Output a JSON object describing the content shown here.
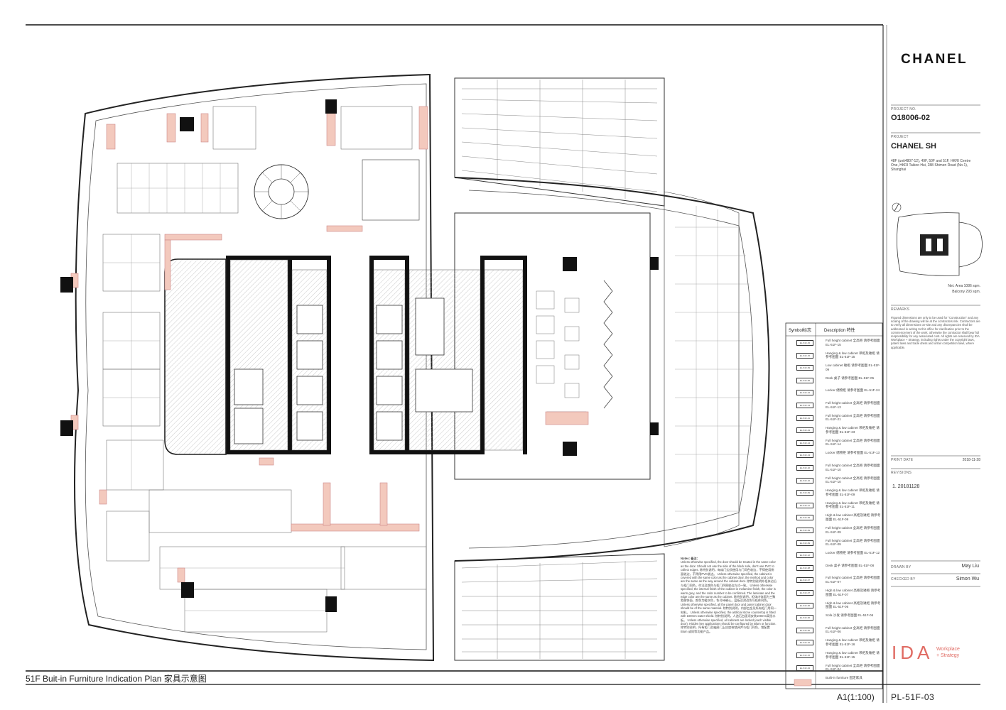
{
  "drawing": {
    "title": "51F Buit-in Furniture Indication Plan 家具示意图",
    "scale": "A1(1:100)",
    "drawing_number": "PL-51F-03"
  },
  "title_block": {
    "brand": "CHANEL",
    "project_no_label": "PROJECT NO.",
    "project_no": "O18006-02",
    "project_label": "PROJECT",
    "project_name": "CHANEL SH",
    "address": "48F (unit4807-12), 49F, 50F and 51F, HKRI Centre One, HKRI Taikoo Hui, 288 Shimen Road (No.1), Shanghai",
    "net_area": "Net. Area 1086 sqm.",
    "balcony": "Balcony    293 sqm.",
    "remarks_label": "REMARKS",
    "remarks": "Figured dimensions are only to be used for \"Construction\" and any scaling of the drawing will be at the contractors risk. Contractors are to verify all dimensions on-site and any discrepancies shall be addressed in writing to this office for clarification prior to the commencement of the work, otherwise the contractor shall bear full responsibility for any associated cost. All rights are reserved by IDA Workplace + Strategy, including rights under the copyright laws, patent laws and trade dress and unfair competition laws, where applicable.",
    "print_date_label": "PRINT DATE",
    "print_date": "2018-11-28",
    "revisions_label": "REVISIONS",
    "revision_1": "1. 20181128",
    "drawn_by_label": "DRAWN BY",
    "drawn_by": "May Liu",
    "checked_by_label": "CHECKED BY",
    "checked_by": "Simon Wu",
    "ida_logo": "IDA",
    "ida_sub_1": "Workplace",
    "ida_sub_2": "+ Strategy"
  },
  "legend": {
    "header_symbol": "Symbol标志",
    "header_desc": "Description 特性",
    "rows": [
      {
        "sym": "EL-51F-15",
        "desc": "Full height cabinet 全高柜 请参考图面 EL-51F-15"
      },
      {
        "sym": "EL-51F-15",
        "desc": "Hanging & low cabinet 吊柜及矮柜 请参考图面 EL-51F-15"
      },
      {
        "sym": "EL-51F-09",
        "desc": "Low cabinet 矮柜 请参考图面 EL-51F-09"
      },
      {
        "sym": "EL-51F-05",
        "desc": "Desk 桌子 请参考图面 EL-51F-05"
      },
      {
        "sym": "EL-51F-24",
        "desc": "Locker 储物柜 请参考图面 EL-51F-24"
      },
      {
        "sym": "EL-51F-13",
        "desc": "Full height cabinet 全高柜 请参考图面 EL-51F-13"
      },
      {
        "sym": "EL-51F-21",
        "desc": "Full height cabinet 全高柜 请参考图面 EL-51F-21"
      },
      {
        "sym": "EL-51F-23",
        "desc": "Hanging & low cabinet 吊柜及矮柜 请参考图面 EL-51F-23"
      },
      {
        "sym": "EL-51F-14",
        "desc": "Full height cabinet 全高柜 请参考图面 EL-51F-14"
      },
      {
        "sym": "EL-51F-13",
        "desc": "Locker 储物柜 请参考图面 EL-51F-13"
      },
      {
        "sym": "EL-51F-10",
        "desc": "Full height cabinet 全高柜 请参考图面 EL-51F-10"
      },
      {
        "sym": "EL-51F-10",
        "desc": "Full height cabinet 全高柜 请参考图面 EL-51F-10"
      },
      {
        "sym": "EL-51F-09",
        "desc": "Hanging & low cabinet 吊柜及矮柜 请参考图面 EL-51F-09"
      },
      {
        "sym": "EL-51F-11",
        "desc": "Hanging & low cabinet 吊柜及矮柜 请参考图面 EL-51F-11"
      },
      {
        "sym": "EL-51F-09",
        "desc": "High & low cabinet 高柜及矮柜 请参考图面 EL-51F-09"
      },
      {
        "sym": "EL-51F-09",
        "desc": "Full height cabinet 全高柜 请参考图面 EL-51F-09"
      },
      {
        "sym": "EL-51F-09",
        "desc": "Full height cabinet 全高柜 请参考图面 EL-51F-09"
      },
      {
        "sym": "EL-51F-12",
        "desc": "Locker 储物柜 请参考图面 EL-51F-12"
      },
      {
        "sym": "EL-51F-08",
        "desc": "Desk 桌子 请参考图面 EL-51F-08"
      },
      {
        "sym": "EL-51F-07",
        "desc": "Full height cabinet 全高柜 请参考图面 EL-51F-07"
      },
      {
        "sym": "EL-51F-07",
        "desc": "High & low cabinet 高柜及矮柜 请参考图面 EL-51F-07"
      },
      {
        "sym": "EL-51F-06",
        "desc": "High & low cabinet 高柜及矮柜 请参考图面 EL-51F-06"
      },
      {
        "sym": "EL-51F-06",
        "desc": "Sofa 沙发 请参考图面 EL-51F-06"
      },
      {
        "sym": "EL-51F-06",
        "desc": "Full height cabinet 全高柜 请参考图面 EL-51F-06"
      },
      {
        "sym": "EL-51F-16",
        "desc": "Hanging & low cabinet 吊柜及矮柜 请参考图面 EL-51F-16"
      },
      {
        "sym": "EL-51F-15",
        "desc": "Hanging & low cabinet 吊柜及矮柜 请参考图面 EL-51F-15"
      },
      {
        "sym": "EL-51F-04",
        "desc": "Full height cabinet 全高柜 请参考图面 EL-51F-04"
      },
      {
        "sym": "",
        "desc": "Built-in furniture 固定家具"
      }
    ]
  },
  "notes": {
    "heading": "Notes: 备注：",
    "body": "Unless otherwise specified, the door should be treated in the same color as the door. Should not use the side of the block sole, don't use PVC to collect edges. 除特别说明，每扇门边须使用与门同色收边，不得使用侧面收边，不得用PVC收边。 Unless otherwise specified, the cabinet is covered with the same color as the cabinet door, the method and color are the same as the way around the cabinet door. 除特别说明外柜体边沿与柜门同色，作法及颜色与柜门四周收边方式一致。 Unless otherwise specified, the internal finish of the cabinet is melamine finish, the color is warm grey, and the color number to be confirmed. The laminate and the edge color are the same as the cabinet. 除特别说明，柜体内饰面为三聚氰胺饰面，颜色为暖灰色，色号待确认。层板及封边色与柜体同色。 Unless otherwise specified, all the panel door and panel cabinet door should be of the same material. 除特别说明，内部五金及所有柜门用同一材料。 Unless otherwise specified, the artificial stone countertop is fitted with 100mm water shield. 除特别说明，人造石台面须安装100mm高挡水板。 Unless otherwise specified, all cabinets are locked (each visible door). Hidden key applications should be configured by Blum or function. 除特别说明，所有柜门及抽屉门上应加装锁具并与柜门同色，锁配置 Blum 或同等功能产品。"
  }
}
